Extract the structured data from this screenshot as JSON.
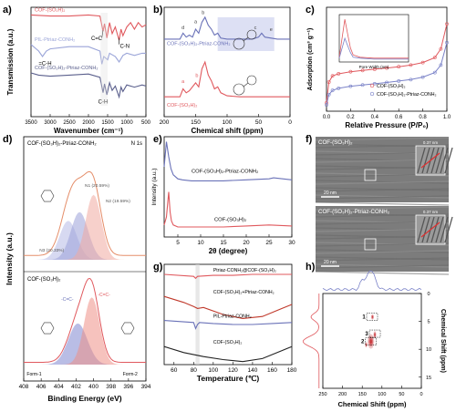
{
  "chart_data": [
    {
      "panel": "a)",
      "type": "line",
      "xlabel": "Wavenumber (cm⁻¹)",
      "ylabel": "Transmission (a.u.)",
      "xticks": [
        "3500",
        "3000",
        "2500",
        "2000",
        "1500",
        "1000",
        "500"
      ],
      "xlim": [
        3500,
        500
      ],
      "series": [
        {
          "name": "COF-(SO₃H)₂",
          "color": "#e0595e",
          "x": [
            3500,
            3000,
            2500,
            2000,
            1700,
            1620,
            1580,
            1520,
            1450,
            1380,
            1300,
            1200,
            1150,
            1100,
            1000,
            900,
            800,
            700,
            600,
            500
          ],
          "y": [
            0.93,
            0.92,
            0.92,
            0.93,
            0.92,
            0.78,
            0.85,
            0.72,
            0.86,
            0.76,
            0.82,
            0.7,
            0.8,
            0.74,
            0.82,
            0.86,
            0.8,
            0.86,
            0.82,
            0.84
          ]
        },
        {
          "name": "PIL-Ptriaz-CONH₂",
          "color": "#9aa4d8",
          "x": [
            3500,
            3300,
            3200,
            3100,
            3000,
            2500,
            2000,
            1700,
            1650,
            1600,
            1500,
            1450,
            1300,
            1200,
            1100,
            1000,
            800,
            600,
            500
          ],
          "y": [
            0.66,
            0.6,
            0.55,
            0.6,
            0.62,
            0.64,
            0.64,
            0.6,
            0.48,
            0.55,
            0.52,
            0.58,
            0.55,
            0.5,
            0.56,
            0.58,
            0.56,
            0.58,
            0.58
          ]
        },
        {
          "name": "COF-(SO₃H)₂-Ptriaz-CONH₂",
          "color": "#5a5f8c",
          "x": [
            3500,
            3300,
            3000,
            2500,
            2000,
            1700,
            1620,
            1580,
            1520,
            1450,
            1380,
            1300,
            1200,
            1150,
            1100,
            1000,
            800,
            600,
            500
          ],
          "y": [
            0.4,
            0.38,
            0.37,
            0.38,
            0.39,
            0.36,
            0.22,
            0.3,
            0.2,
            0.31,
            0.24,
            0.28,
            0.18,
            0.27,
            0.23,
            0.29,
            0.27,
            0.29,
            0.28
          ]
        }
      ],
      "annotations": [
        "C=C",
        "C-N",
        "=C-H",
        "C-H"
      ]
    },
    {
      "panel": "b)",
      "type": "line",
      "xlabel": "Chemical shift (ppm)",
      "xticks": [
        "200",
        "150",
        "100",
        "50",
        "0"
      ],
      "xlim": [
        200,
        0
      ],
      "series": [
        {
          "name": "COF-(SO₃H)₂-Ptriaz-CONH₂",
          "color": "#6a72b8",
          "x": [
            200,
            175,
            170,
            165,
            160,
            155,
            150,
            145,
            140,
            135,
            130,
            125,
            120,
            115,
            110,
            100,
            80,
            60,
            50,
            45,
            40,
            30,
            20,
            0
          ],
          "y": [
            0.78,
            0.78,
            0.84,
            0.8,
            0.82,
            0.8,
            0.88,
            0.84,
            0.95,
            1.0,
            0.92,
            0.88,
            0.82,
            0.84,
            0.79,
            0.78,
            0.78,
            0.78,
            0.8,
            0.84,
            0.8,
            0.79,
            0.78,
            0.78
          ]
        },
        {
          "name": "COF-(SO₃H)₂",
          "color": "#e0595e",
          "x": [
            200,
            175,
            170,
            165,
            160,
            150,
            145,
            140,
            135,
            130,
            125,
            120,
            115,
            110,
            100,
            80,
            60,
            40,
            20,
            0
          ],
          "y": [
            0.2,
            0.2,
            0.28,
            0.24,
            0.26,
            0.34,
            0.3,
            0.48,
            0.55,
            0.42,
            0.36,
            0.28,
            0.3,
            0.24,
            0.21,
            0.2,
            0.2,
            0.2,
            0.2,
            0.2
          ]
        }
      ],
      "annotations": [
        "d",
        "a",
        "b",
        "c",
        "e",
        "a",
        "b"
      ]
    },
    {
      "panel": "c)",
      "type": "line",
      "xlabel": "Relative Pressure (P/P₀)",
      "ylabel": "Adsorption (cm³ g⁻¹)",
      "xticks": [
        "0.0",
        "0.2",
        "0.4",
        "0.6",
        "0.8",
        "1.0"
      ],
      "xlim": [
        0,
        1
      ],
      "ylim": [
        0,
        500
      ],
      "inset_xlabel": "Pore Width (nm)",
      "series": [
        {
          "name": "COF-(SO₃H)₂",
          "color": "#e0595e",
          "x": [
            0.0,
            0.02,
            0.05,
            0.1,
            0.2,
            0.3,
            0.4,
            0.5,
            0.6,
            0.7,
            0.8,
            0.9,
            0.95,
            1.0
          ],
          "y": [
            40,
            140,
            170,
            180,
            190,
            196,
            202,
            208,
            214,
            222,
            234,
            258,
            300,
            420
          ]
        },
        {
          "name": "COF-(SO₃H)₂-Ptriaz-CONH₂",
          "color": "#7a82c8",
          "x": [
            0.0,
            0.02,
            0.05,
            0.1,
            0.2,
            0.3,
            0.4,
            0.5,
            0.6,
            0.7,
            0.8,
            0.9,
            0.95,
            1.0
          ],
          "y": [
            30,
            80,
            100,
            110,
            120,
            126,
            132,
            138,
            145,
            152,
            164,
            186,
            222,
            330
          ]
        }
      ]
    },
    {
      "panel": "d)",
      "type": "area",
      "xlabel": "Binding Energy (eV)",
      "ylabel": "Intensity (a.u.)",
      "xticks": [
        "408",
        "406",
        "404",
        "402",
        "400",
        "398",
        "396",
        "394"
      ],
      "xlim": [
        408,
        394
      ],
      "upper_title": "COF-(SO₃H)₂-Ptriaz-CONH₂",
      "upper_tag": "N 1s",
      "upper_labels": [
        "N1 (20.59%)",
        "N2 (19.59%)",
        "N3 (20.33%)"
      ],
      "lower_title": "COF-(SO₃H)₂",
      "lower_labels": [
        "-C=C-",
        "-C=C-",
        "Form-1",
        "Form-2"
      ]
    },
    {
      "panel": "e)",
      "type": "line",
      "xlabel": "2θ (degree)",
      "ylabel": "Intensity (a.u.)",
      "xticks": [
        "5",
        "10",
        "15",
        "20",
        "25",
        "30"
      ],
      "xlim": [
        2,
        30
      ],
      "series": [
        {
          "name": "COF-(SO₃H)₂-Ptriaz-CONH₂",
          "color": "#6a72b8",
          "x": [
            2,
            2.5,
            3,
            3.5,
            4,
            5,
            6,
            8,
            10,
            15,
            20,
            25,
            26,
            30
          ],
          "y": [
            0.7,
            0.95,
            0.8,
            0.68,
            0.62,
            0.58,
            0.57,
            0.56,
            0.56,
            0.56,
            0.57,
            0.58,
            0.59,
            0.57
          ]
        },
        {
          "name": "COF-(SO₃H)₂",
          "color": "#e0595e",
          "x": [
            2,
            2.5,
            3,
            3.3,
            3.6,
            4,
            5,
            6,
            8,
            10,
            15,
            20,
            25,
            30
          ],
          "y": [
            0.12,
            0.2,
            0.45,
            0.25,
            0.16,
            0.12,
            0.1,
            0.1,
            0.1,
            0.1,
            0.1,
            0.11,
            0.12,
            0.11
          ]
        }
      ]
    },
    {
      "panel": "g)",
      "type": "line",
      "xlabel": "Temperature (℃)",
      "xticks": [
        "60",
        "80",
        "100",
        "120",
        "140",
        "160",
        "180"
      ],
      "xlim": [
        50,
        180
      ],
      "series": [
        {
          "name": "Ptriaz-CONH₂@COF-(SO₃H)₂",
          "color": "#e0595e",
          "x": [
            50,
            80,
            82,
            84,
            100,
            120,
            140,
            160,
            180
          ],
          "y": [
            0.9,
            0.88,
            0.86,
            0.88,
            0.89,
            0.89,
            0.9,
            0.9,
            0.9
          ]
        },
        {
          "name": "COF-(SO₃H)₂+Ptriaz-CONH₂",
          "color": "#c0392b",
          "x": [
            50,
            70,
            80,
            84,
            90,
            110,
            130,
            150,
            170,
            180
          ],
          "y": [
            0.68,
            0.62,
            0.58,
            0.56,
            0.57,
            0.5,
            0.46,
            0.48,
            0.56,
            0.6
          ]
        },
        {
          "name": "PIL-Ptriaz-CONH₂",
          "color": "#6a72b8",
          "x": [
            50,
            80,
            82,
            84,
            86,
            100,
            120,
            140,
            160,
            180
          ],
          "y": [
            0.44,
            0.42,
            0.36,
            0.4,
            0.42,
            0.41,
            0.4,
            0.4,
            0.41,
            0.42
          ]
        },
        {
          "name": "COF-(SO₃H)₂",
          "color": "#222222",
          "x": [
            50,
            70,
            90,
            110,
            130,
            150,
            170,
            180
          ],
          "y": [
            0.18,
            0.12,
            0.08,
            0.05,
            0.03,
            0.06,
            0.14,
            0.18
          ]
        }
      ]
    },
    {
      "panel": "h)",
      "type": "heatmap",
      "xlabel": "Chemical Shift (ppm)",
      "ylabel": "Chemical Shift (ppm)",
      "xticks": [
        "250",
        "200",
        "150",
        "100",
        "50",
        "0"
      ],
      "yticks": [
        "0",
        "5",
        "10",
        "15"
      ],
      "xlim": [
        250,
        0
      ],
      "ylim": [
        0,
        17
      ],
      "regions": [
        {
          "label": "1",
          "x": 125,
          "y": 4.2
        },
        {
          "label": "2",
          "x": 128,
          "y": 8.6
        },
        {
          "label": "3",
          "x": 118,
          "y": 7.2
        }
      ]
    },
    {
      "panel": "f)",
      "type": "image",
      "top_label": "COF-(SO₃H)₂",
      "bottom_label": "COF-(SO₃H)₂-Ptriaz-CONH₂",
      "scale_bar": "20 nm",
      "inset_values": [
        "0.37 nm"
      ]
    }
  ]
}
